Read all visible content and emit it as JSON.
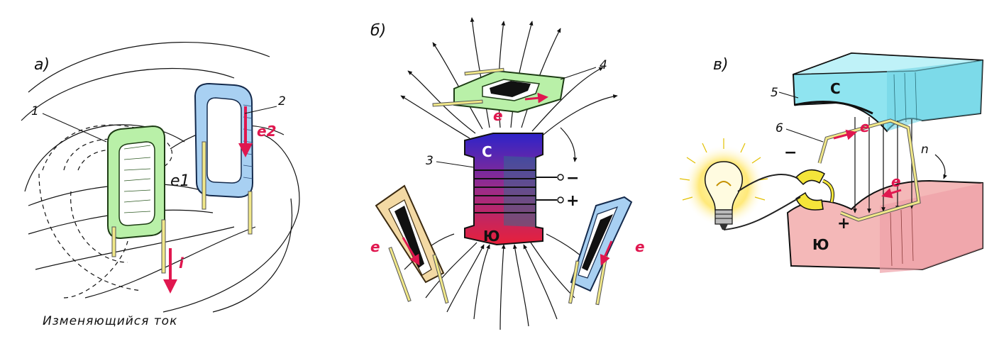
{
  "panel_a": {
    "label": "а)",
    "coil_1_number": "1",
    "coil_2_number": "2",
    "emf_e1": "e1",
    "emf_e2": "e2",
    "current_i": "i",
    "caption": "Изменяющийся ток"
  },
  "panel_b": {
    "label": "б)",
    "electromagnet_number": "3",
    "coil_top_number": "4",
    "north_pole": "С",
    "south_pole": "Ю",
    "minus": "−",
    "plus": "+",
    "emf_top": "e",
    "emf_left": "e",
    "emf_right": "e"
  },
  "panel_c": {
    "label": "в)",
    "magnet_number": "5",
    "frame_number": "6",
    "north_pole": "С",
    "south_pole": "Ю",
    "rotation_n": "n",
    "minus": "−",
    "plus": "+",
    "emf_top": "e",
    "emf_bottom": "e"
  },
  "colors": {
    "green_coil": "#b9f0a8",
    "blue_coil": "#a8d0f2",
    "tan_coil": "#f3d9a4",
    "red_arrow": "#e0174f",
    "north_blue": "#3a2fd0",
    "south_red": "#e0203a",
    "cyan_magnet": "#8fe4f0",
    "pink_magnet": "#f4b8b8"
  }
}
